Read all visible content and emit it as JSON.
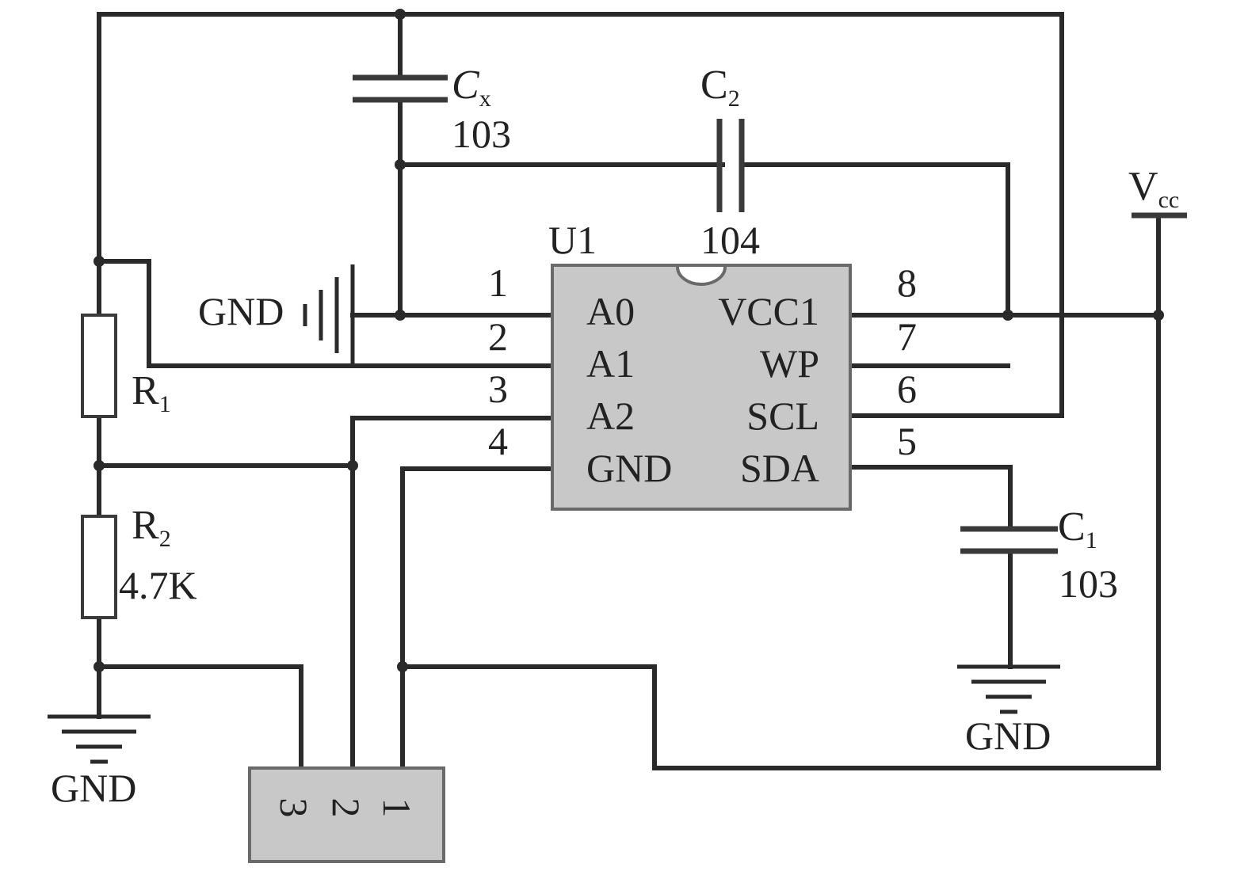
{
  "components": {
    "u1": {
      "ref": "U1",
      "left_pins": [
        {
          "num": "1",
          "name": "A0"
        },
        {
          "num": "2",
          "name": "A1"
        },
        {
          "num": "3",
          "name": "A2"
        },
        {
          "num": "4",
          "name": "GND"
        }
      ],
      "right_pins": [
        {
          "num": "8",
          "name": "VCC1"
        },
        {
          "num": "7",
          "name": "WP"
        },
        {
          "num": "6",
          "name": "SCL"
        },
        {
          "num": "5",
          "name": "SDA"
        }
      ]
    },
    "cx": {
      "ref_main": "C",
      "ref_sub": "x",
      "value": "103"
    },
    "c2": {
      "ref_main": "C",
      "ref_sub": "2",
      "value": "104"
    },
    "c1": {
      "ref_main": "C",
      "ref_sub": "1",
      "value": "103"
    },
    "r1": {
      "ref_main": "R",
      "ref_sub": "1"
    },
    "r2": {
      "ref_main": "R",
      "ref_sub": "2",
      "value": "4.7K"
    },
    "vcc": {
      "main": "V",
      "sub": "cc"
    },
    "gnd_left": "GND",
    "gnd_middle": "GND",
    "gnd_right": "GND",
    "connector": {
      "pins": [
        "3",
        "2",
        "1"
      ]
    }
  }
}
